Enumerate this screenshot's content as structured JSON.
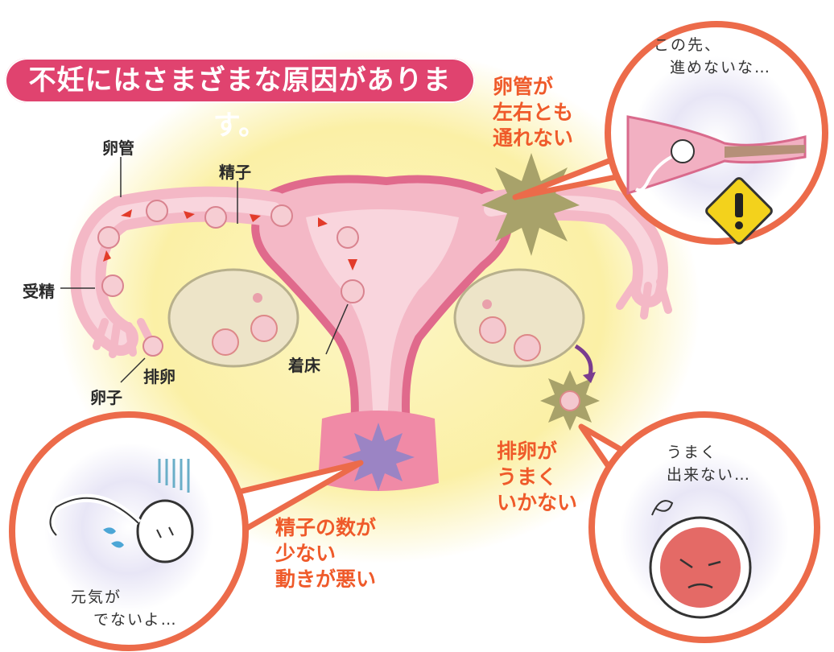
{
  "title": "不妊にはさまざまな原因があります。",
  "labels": {
    "oviduct": "卵管",
    "sperm": "精子",
    "fertilization": "受精",
    "ovulation": "排卵",
    "egg": "卵子",
    "implantation": "着床"
  },
  "causes": {
    "tube": [
      "卵管が",
      "左右とも",
      "通れない"
    ],
    "ovulation": [
      "排卵が",
      "うまく",
      "いかない"
    ],
    "sperm": [
      "精子の数が",
      "少ない",
      "動きが悪い"
    ]
  },
  "bubbles": {
    "tube": [
      "この先、",
      "進めないな…"
    ],
    "ovulation": [
      "うまく",
      "出来ない…"
    ],
    "sperm": [
      "元気が",
      "でないよ…"
    ]
  },
  "colors": {
    "title_bg": "#e0436f",
    "cause_text": "#ef5a2a",
    "bubble_border": "#ec6b4a",
    "uterus": "#f4b8c6",
    "uterus_dark": "#e06a8c",
    "glow": "#fbf0a6"
  }
}
